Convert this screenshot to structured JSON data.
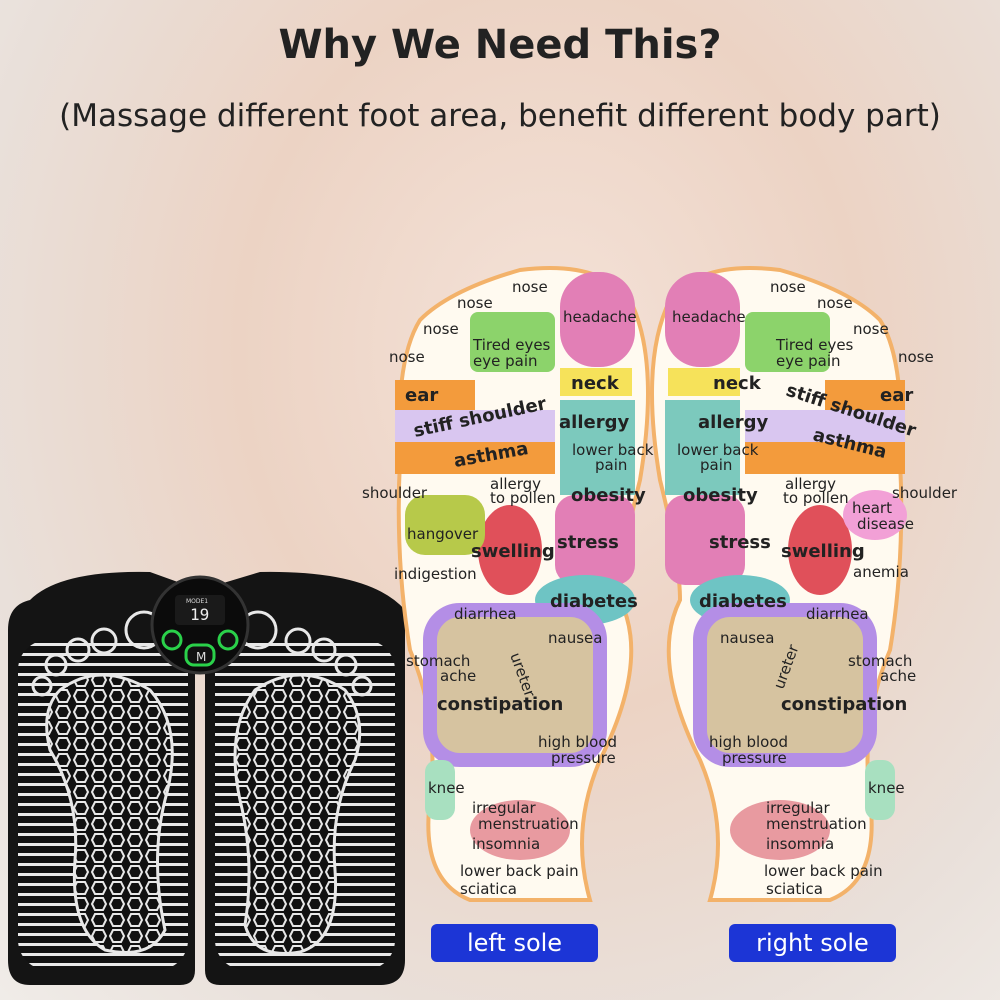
{
  "title": "Why We Need This?",
  "subtitle": "(Massage different foot area, benefit different body part)",
  "device": {
    "mode_label": "MODE1",
    "display_value": "19",
    "button_label": "M"
  },
  "left_sole": {
    "button": "left sole",
    "labels": [
      "nose",
      "nose",
      "nose",
      "nose",
      "headache",
      "Tired eyes",
      "eye pain",
      "neck",
      "ear",
      "stiff shoulder",
      "allergy",
      "lower back",
      "pain",
      "asthma",
      "shoulder",
      "allergy",
      "to pollen",
      "obesity",
      "hangover",
      "swelling",
      "stress",
      "indigestion",
      "diabetes",
      "diarrhea",
      "nausea",
      "stomach",
      "ache",
      "ureter",
      "constipation",
      "high blood",
      "pressure",
      "knee",
      "irregular",
      "menstruation",
      "insomnia",
      "lower back pain",
      "sciatica"
    ]
  },
  "right_sole": {
    "button": "right sole",
    "labels": [
      "nose",
      "nose",
      "nose",
      "nose",
      "headache",
      "Tired eyes",
      "eye pain",
      "neck",
      "ear",
      "stiff shoulder",
      "allergy",
      "lower back",
      "pain",
      "asthma",
      "shoulder",
      "allergy",
      "to pollen",
      "heart",
      "disease",
      "obesity",
      "swelling",
      "anemia",
      "stress",
      "diabetes",
      "diarrhea",
      "nausea",
      "stomach",
      "ache",
      "ureter",
      "constipation",
      "high blood",
      "pressure",
      "knee",
      "irregular",
      "menstruation",
      "insomnia",
      "lower back pain",
      "sciatica"
    ]
  },
  "colors": {
    "button_blue": "#1c35d6",
    "pink": "#e27fb6",
    "yellow": "#f6e25a",
    "green": "#8cd36b",
    "orange": "#f39b3c",
    "purple": "#b48ee6",
    "red": "#e0505a",
    "teal": "#6ec4c4",
    "tan": "#d6c3a0"
  }
}
